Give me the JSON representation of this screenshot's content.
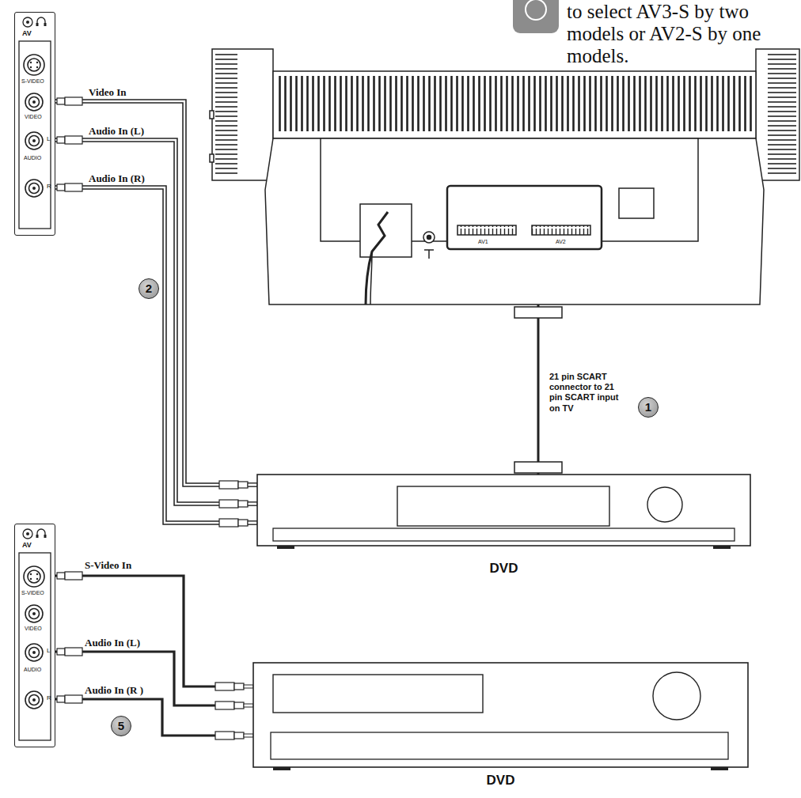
{
  "diagram": {
    "nodes": [
      {
        "text": [
          "AV",
          "S-VIDEO",
          "VIDEO",
          "L",
          "AUDIO",
          "R"
        ]
      },
      {
        "text": [
          "AV1",
          "AV2"
        ]
      },
      {
        "text": [
          "DVD"
        ]
      },
      {
        "text": [
          "AV",
          "S-VIDEO",
          "VIDEO",
          "L",
          "AUDIO",
          "R"
        ]
      },
      {
        "text": [
          "DVD"
        ]
      }
    ],
    "edges": [
      {
        "from": 0,
        "to": 2,
        "arrow": "none",
        "label": "Video In"
      },
      {
        "from": 0,
        "to": 2,
        "arrow": "none",
        "label": "Audio In (L)"
      },
      {
        "from": 0,
        "to": 2,
        "arrow": "none",
        "label": "Audio In (R)"
      },
      {
        "from": 1,
        "to": 2,
        "arrow": "none",
        "label": "21 pin SCART connector to 21 pin SCART input on TV"
      },
      {
        "from": 3,
        "to": 4,
        "arrow": "none",
        "label": "S-Video In"
      },
      {
        "from": 3,
        "to": 4,
        "arrow": "none",
        "label": "Audio In (L)"
      },
      {
        "from": 3,
        "to": 4,
        "arrow": "none",
        "label": "Audio In (R )"
      }
    ],
    "labels": [
      "to select AV3-S by two",
      "models or AV2-S by one",
      "models.",
      "2",
      "1",
      "5"
    ]
  }
}
